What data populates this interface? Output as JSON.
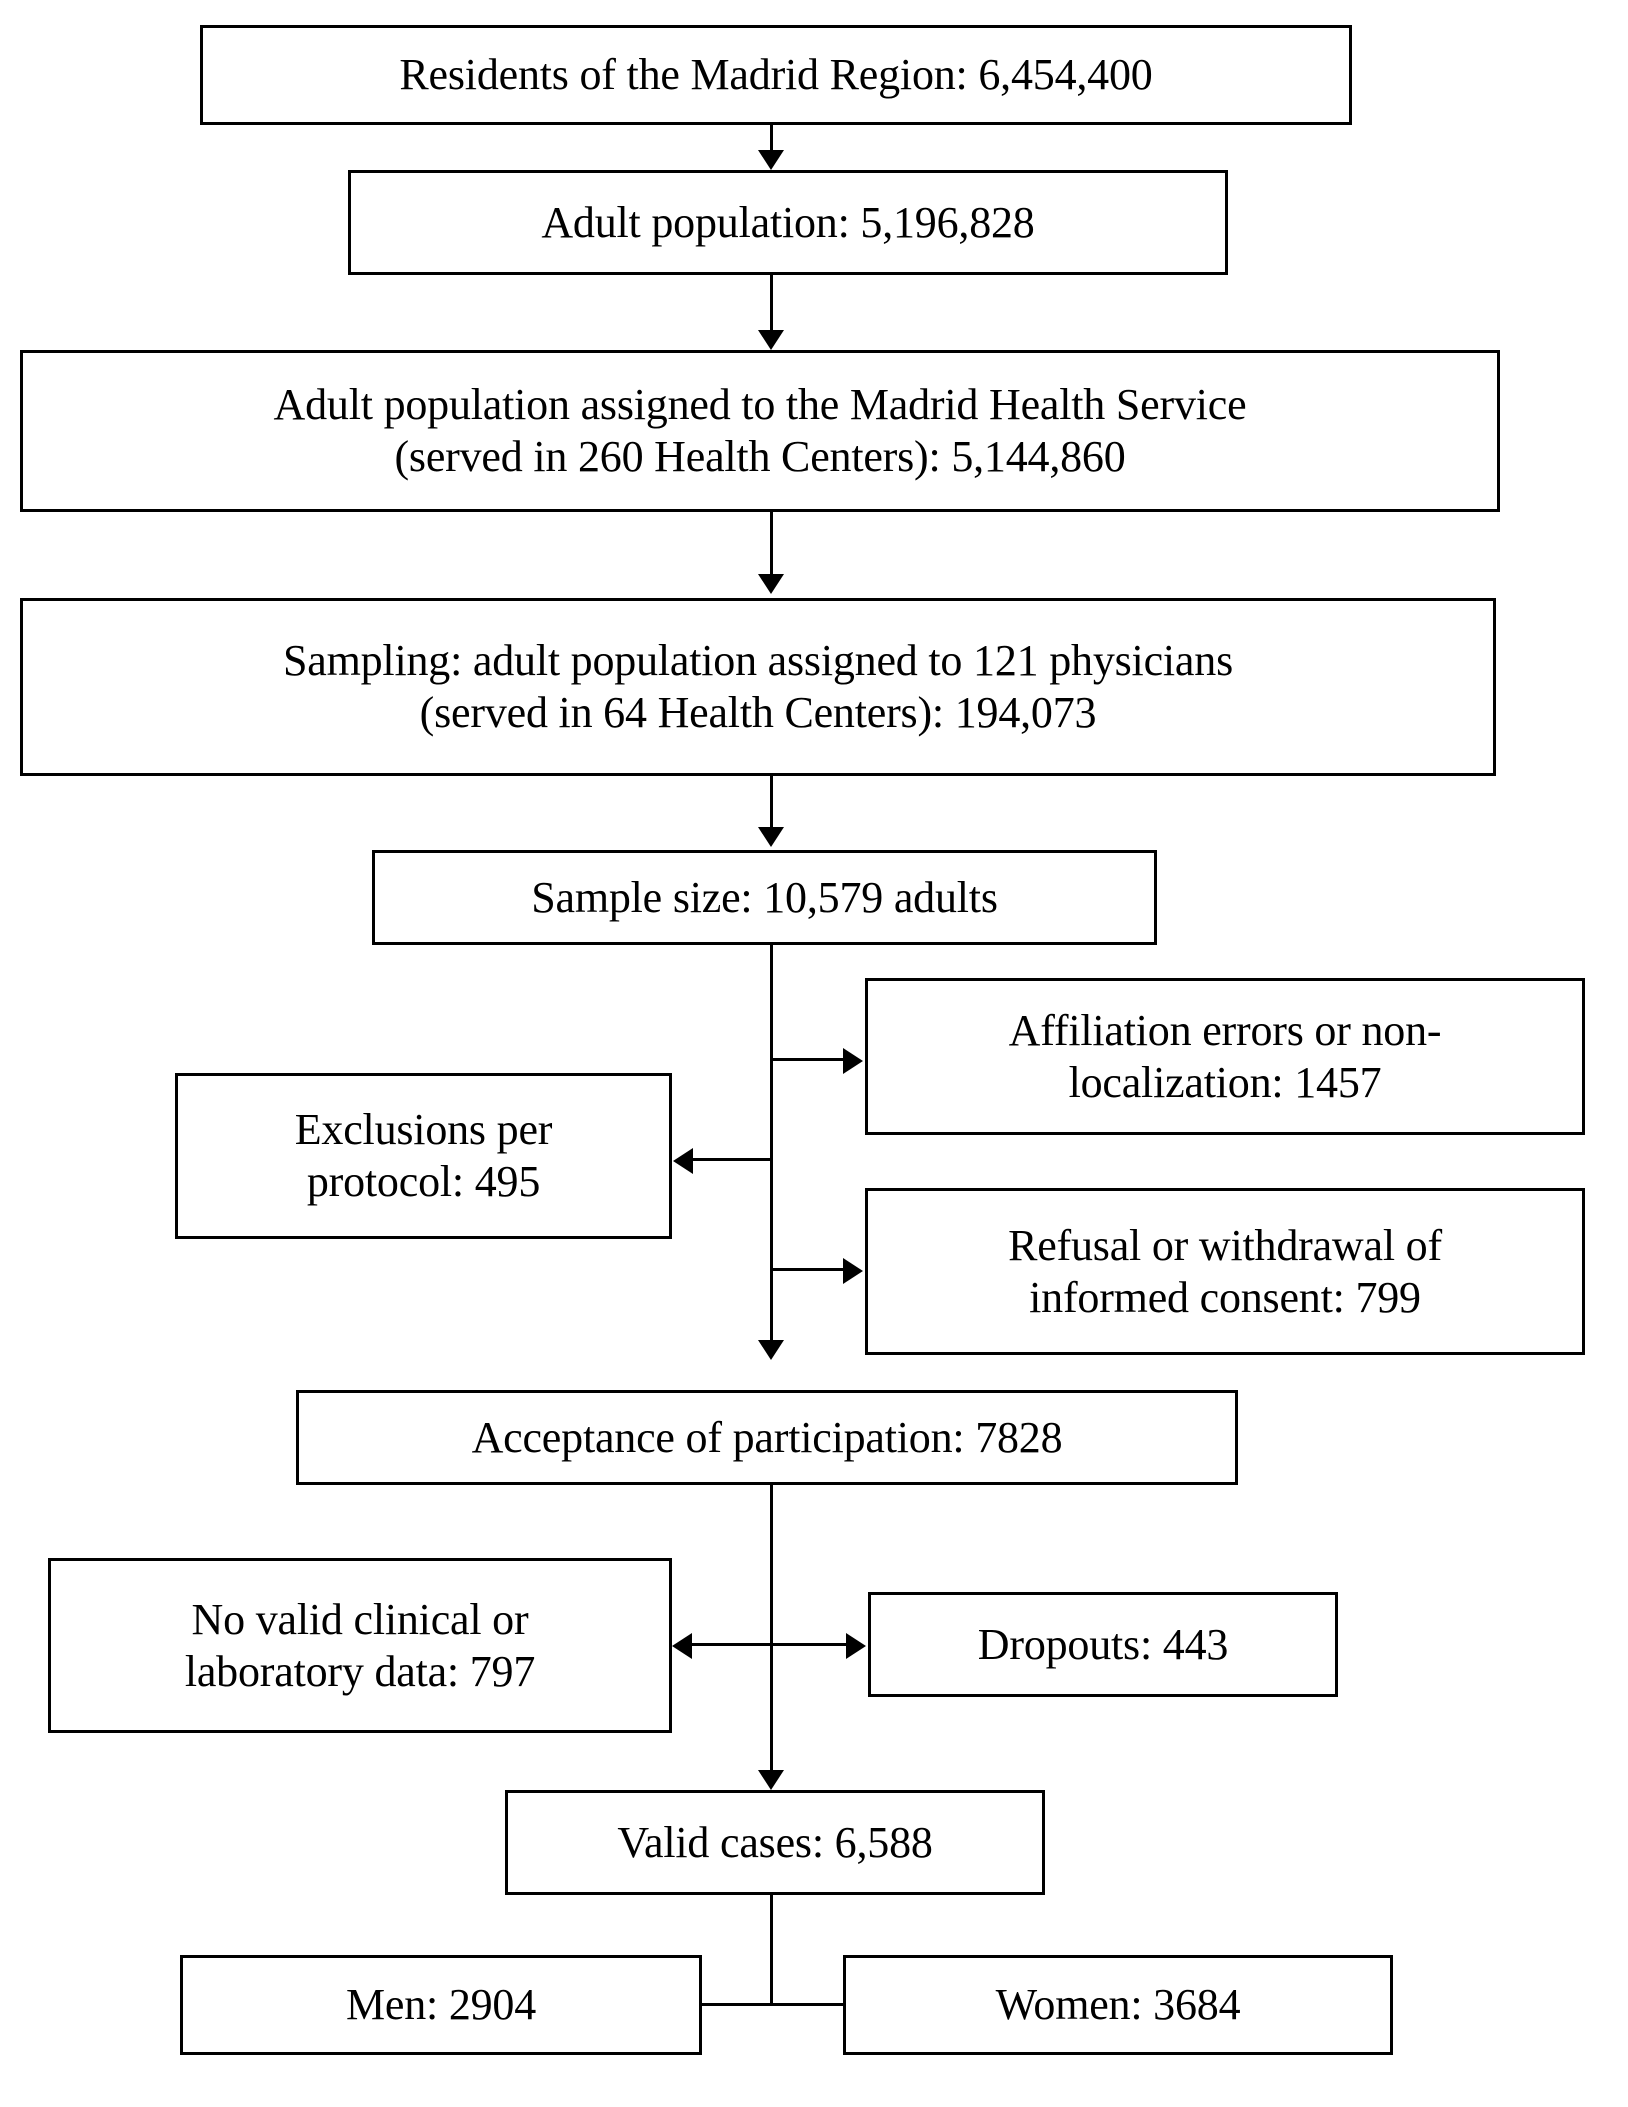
{
  "diagram": {
    "type": "flowchart",
    "title": "Study population selection flow",
    "orientation": "top-to-bottom",
    "nodes": [
      {
        "id": "residents",
        "label": "Residents of the Madrid Region: 6,454,400",
        "line1": "Residents of the Madrid Region: 6,454,400",
        "line2": "",
        "value": 6454400
      },
      {
        "id": "adults",
        "label": "Adult population: 5,196,828",
        "line1": "Adult population: 5,196,828",
        "line2": "",
        "value": 5196828
      },
      {
        "id": "assigned",
        "label": "Adult population assigned to the Madrid Health Service (served in 260 Health Centers): 5,144,860",
        "line1": "Adult population assigned to the Madrid Health Service",
        "line2": "(served in 260 Health Centers): 5,144,860",
        "value": 5144860
      },
      {
        "id": "sampling",
        "label": "Sampling: adult population assigned to 121 physicians (served in 64 Health Centers): 194,073",
        "line1": "Sampling: adult population assigned to 121 physicians",
        "line2": "(served in 64 Health Centers): 194,073",
        "value": 194073
      },
      {
        "id": "sample-size",
        "label": "Sample size: 10,579 adults",
        "line1": "Sample size: 10,579 adults",
        "line2": "",
        "value": 10579
      },
      {
        "id": "affiliation-errors",
        "label": "Affiliation errors or non-localization: 1457",
        "line1": "Affiliation errors or non-",
        "line2": "localization: 1457",
        "value": 1457
      },
      {
        "id": "exclusions-protocol",
        "label": "Exclusions per protocol: 495",
        "line1": "Exclusions per",
        "line2": "protocol: 495",
        "value": 495
      },
      {
        "id": "refusal-consent",
        "label": "Refusal or withdrawal of informed consent: 799",
        "line1": "Refusal or withdrawal of",
        "line2": "informed consent: 799",
        "value": 799
      },
      {
        "id": "acceptance",
        "label": "Acceptance of participation: 7828",
        "line1": "Acceptance of participation: 7828",
        "line2": "",
        "value": 7828
      },
      {
        "id": "no-valid-data",
        "label": "No valid clinical or laboratory data: 797",
        "line1": "No valid clinical or",
        "line2": "laboratory data: 797",
        "value": 797
      },
      {
        "id": "dropouts",
        "label": "Dropouts: 443",
        "line1": "Dropouts: 443",
        "line2": "",
        "value": 443
      },
      {
        "id": "valid-cases",
        "label": "Valid cases: 6,588",
        "line1": "Valid cases: 6,588",
        "line2": "",
        "value": 6588
      },
      {
        "id": "men",
        "label": "Men: 2904",
        "line1": "Men: 2904",
        "line2": "",
        "value": 2904
      },
      {
        "id": "women",
        "label": "Women: 3684",
        "line1": "Women: 3684",
        "line2": "",
        "value": 3684
      }
    ],
    "edges": [
      {
        "from": "residents",
        "to": "adults",
        "kind": "arrow-down"
      },
      {
        "from": "adults",
        "to": "assigned",
        "kind": "arrow-down"
      },
      {
        "from": "assigned",
        "to": "sampling",
        "kind": "arrow-down"
      },
      {
        "from": "sampling",
        "to": "sample-size",
        "kind": "arrow-down"
      },
      {
        "from": "sample-size",
        "to": "affiliation-errors",
        "kind": "arrow-right"
      },
      {
        "from": "sample-size",
        "to": "exclusions-protocol",
        "kind": "arrow-left"
      },
      {
        "from": "sample-size",
        "to": "refusal-consent",
        "kind": "arrow-right"
      },
      {
        "from": "sample-size",
        "to": "acceptance",
        "kind": "arrow-down"
      },
      {
        "from": "acceptance",
        "to": "no-valid-data",
        "kind": "arrow-left"
      },
      {
        "from": "acceptance",
        "to": "dropouts",
        "kind": "arrow-right"
      },
      {
        "from": "acceptance",
        "to": "valid-cases",
        "kind": "arrow-down"
      },
      {
        "from": "valid-cases",
        "to": "men",
        "kind": "line"
      },
      {
        "from": "valid-cases",
        "to": "women",
        "kind": "line"
      }
    ],
    "colors": {
      "stroke": "#000000",
      "fill": "#ffffff",
      "text": "#000000"
    }
  }
}
